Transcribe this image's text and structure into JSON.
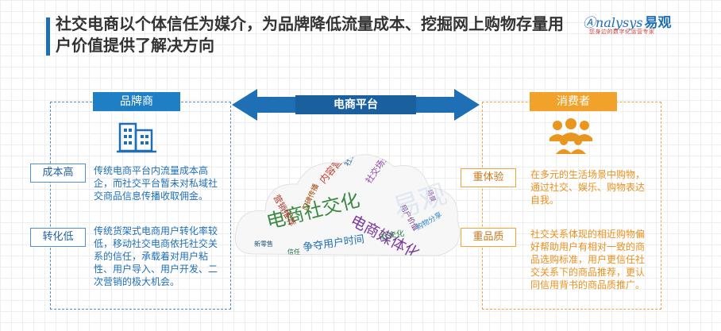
{
  "header": {
    "title": "社交电商以个体信任为媒介，为品牌降低流量成本、挖掘网上购物存量用户价值提供了解决方向"
  },
  "logo": {
    "main": "nalysys",
    "cn": "易观",
    "sub": "您身边的数字化运营专家",
    "icon": "analysys-a-logo"
  },
  "watermark": {
    "cn": "易观"
  },
  "center": {
    "arrow_label": "电商平台",
    "arrow_color": "#1f6fb5"
  },
  "brand": {
    "tag": "品牌商",
    "icon": "building-icon",
    "color": "#1f7fc4",
    "items": [
      {
        "label": "成本高",
        "text": "传统电商平台内流量成本高企，而社交平台暂未对私域社交商品信息传播收取佣金。"
      },
      {
        "label": "转化低",
        "text": "传统货架式电商用户转化率较低，移动社交电商依托社交关系的信任，承载着对用户粘性、用户导入、用户开发、二次营销的极大机会。"
      }
    ]
  },
  "consumer": {
    "tag": "消费者",
    "icon": "people-group-icon",
    "color": "#f0a22a",
    "items": [
      {
        "label": "重体验",
        "text": "在多元的生活场景中购物，通过社交、娱乐、购物表达自我。"
      },
      {
        "label": "重品质",
        "text": "社交关系体现的相近购物偏好帮助用户有相对一致的商品选购标准，用户更信任社交关系下的商品推荐，更认同信用背书的商品质推广。"
      }
    ]
  },
  "wordcloud": {
    "words": [
      {
        "text": "电商社交化",
        "color": "#3a8a3f"
      },
      {
        "text": "电商媒体化",
        "color": "#7a3a9a"
      },
      {
        "text": "争夺用户时间",
        "color": "#1f6fb5"
      },
      {
        "text": "内容营销",
        "color": "#c0392b"
      },
      {
        "text": "社交场景",
        "color": "#8e44ad"
      },
      {
        "text": "社交营销",
        "color": "#2c6e9b"
      },
      {
        "text": "营销推荐",
        "color": "#b03a2e"
      },
      {
        "text": "社交化",
        "color": "#27874a"
      },
      {
        "text": "用户价值",
        "color": "#6c3483"
      },
      {
        "text": "新零售",
        "color": "#1a5276"
      },
      {
        "text": "购物分享",
        "color": "#2e86c1"
      },
      {
        "text": "口碑传播",
        "color": "#a04000"
      },
      {
        "text": "场景",
        "color": "#7d3c98"
      },
      {
        "text": "信任",
        "color": "#196f3d"
      }
    ]
  }
}
